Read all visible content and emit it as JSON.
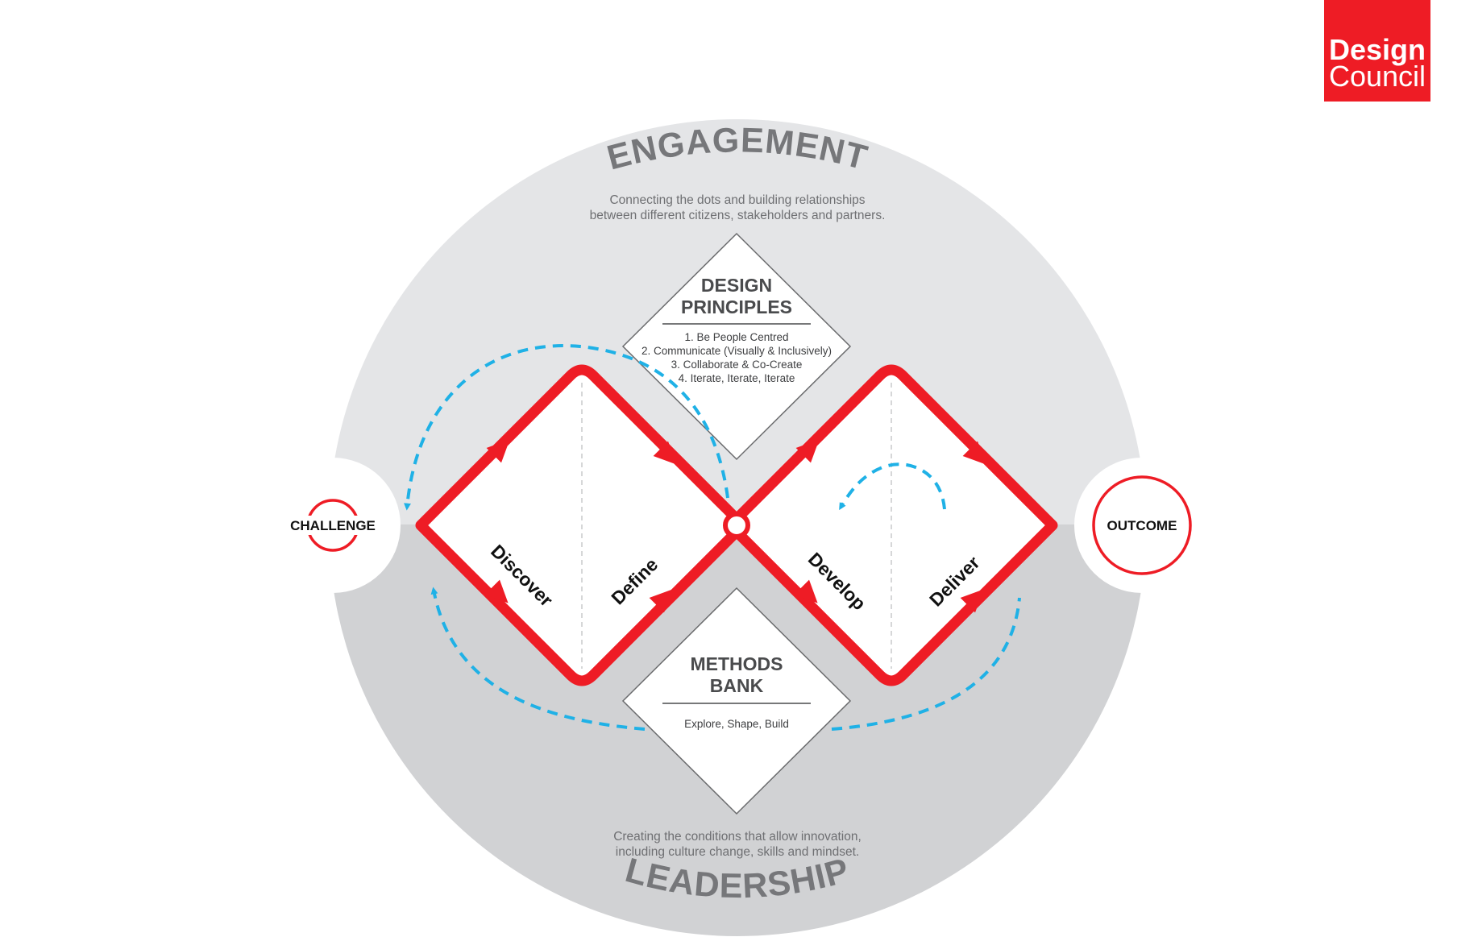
{
  "brand": {
    "line1": "Design",
    "line2": "Council",
    "color": "#ee1c25"
  },
  "engagement": {
    "title": "ENGAGEMENT",
    "desc_line1": "Connecting the dots and building relationships",
    "desc_line2": "between different citizens, stakeholders and partners."
  },
  "leadership": {
    "title": "LEADERSHIP",
    "desc_line1": "Creating the conditions that allow innovation,",
    "desc_line2": "including culture change, skills and mindset."
  },
  "design_principles": {
    "title_line1": "DESIGN",
    "title_line2": "PRINCIPLES",
    "items": [
      "1. Be People Centred",
      "2. Communicate (Visually & Inclusively)",
      "3. Collaborate & Co-Create",
      "4. Iterate, Iterate, Iterate"
    ]
  },
  "methods_bank": {
    "title_line1": "METHODS",
    "title_line2": "BANK",
    "items": [
      "Explore, Shape, Build"
    ]
  },
  "phases": {
    "discover": "Discover",
    "define": "Define",
    "develop": "Develop",
    "deliver": "Deliver"
  },
  "challenge_label": "CHALLENGE",
  "outcome_label": "OUTCOME",
  "colors": {
    "accent_red": "#ee1c25",
    "arrow_blue": "#1fb1e6",
    "engagement_grey": "#e4e5e7",
    "leadership_grey": "#d1d2d4",
    "title_grey": "#76777a"
  }
}
